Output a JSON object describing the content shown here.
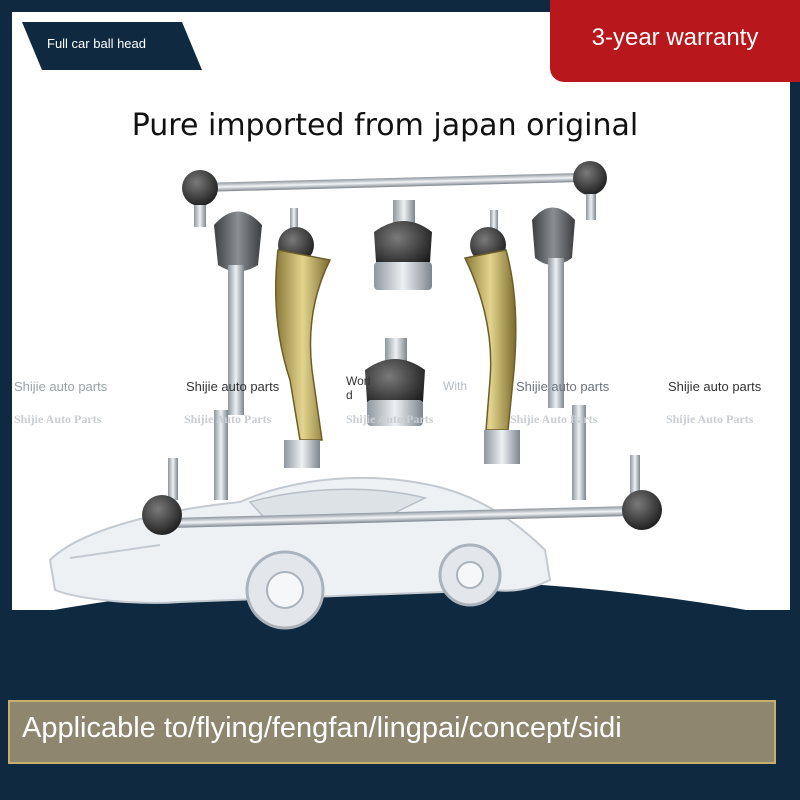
{
  "tag": {
    "label": "Full car ball head"
  },
  "warranty": {
    "label": "3-year warranty"
  },
  "headline": "Pure imported from japan original",
  "watermarks": {
    "primary": [
      "Shijie auto parts",
      "Shijie auto parts",
      "Shijie auto parts",
      "Shijie auto parts"
    ],
    "ghost": [
      "Shijie Auto Parts",
      "Shijie Auto Parts",
      "Shijie Auto Parts",
      "Shijie Auto Parts",
      "Shijie Auto Parts"
    ],
    "world_a": "Worl",
    "world_b": "d",
    "with": "With"
  },
  "applicable": "Applicable to/flying/fengfan/lingpai/concept/sidi",
  "colors": {
    "navy": "#0f2a40",
    "warranty_red": "#b8171b",
    "box_bg": "#8f8670",
    "box_border": "#c7b06b"
  }
}
